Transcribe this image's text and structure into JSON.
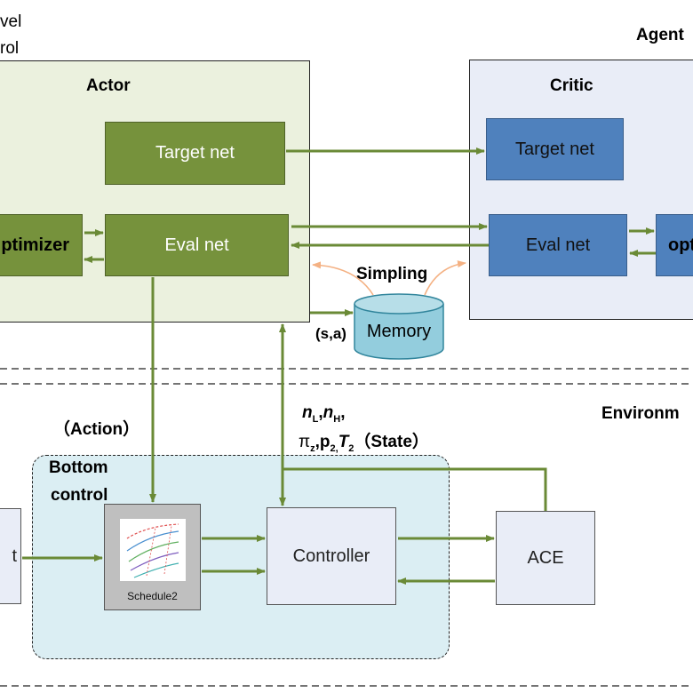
{
  "labels": {
    "top_level_1": "vel",
    "top_level_2": "rol",
    "agent": "Agent",
    "actor": "Actor",
    "critic": "Critic",
    "simpling": "Simpling",
    "state_action": "(s,a)",
    "environment": "Environm",
    "action": "（Action）",
    "state_line1": "n",
    "state_sub_L": "L",
    "state_comma1": ",",
    "state_n2": "n",
    "state_sub_H": "H",
    "state_comma2": ",",
    "state_pi": "π",
    "state_sub_z": "z",
    "state_p2": ",p",
    "state_sub_2a": "2,",
    "state_T": "T",
    "state_sub_2b": "2",
    "state_word": "（State）",
    "bottom_1": "Bottom",
    "bottom_2": "control"
  },
  "nodes": {
    "actor_target": "Target net",
    "actor_eval": "Eval net",
    "actor_optimizer": "ptimizer",
    "critic_target": "Target net",
    "critic_eval": "Eval net",
    "critic_optimizer": "opt",
    "memory": "Memory",
    "schedule": "Schedule2",
    "controller": "Controller",
    "ace": "ACE",
    "left_partial": "t"
  },
  "colors": {
    "actor_bg": "#ebf1de",
    "critic_bg": "#e9edf7",
    "bottom_bg": "#dbeef3",
    "green_node": "#76923c",
    "blue_node": "#4f81bd",
    "memory": "#93cddd",
    "arrow_green": "#6a8a36",
    "arrow_orange": "#f4b183"
  }
}
